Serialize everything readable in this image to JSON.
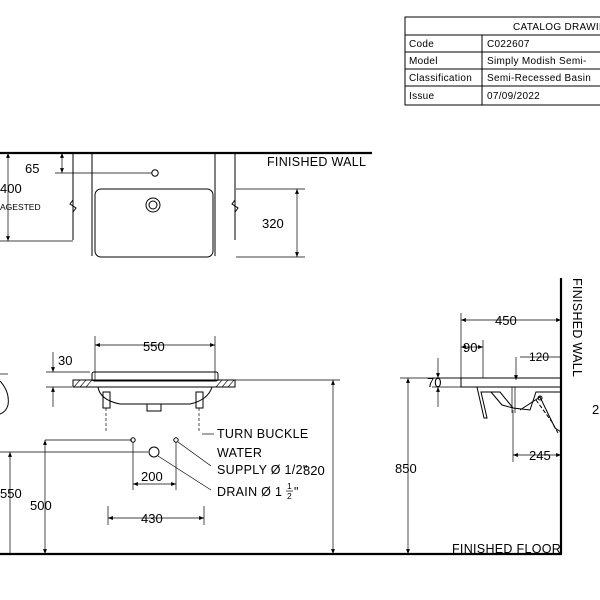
{
  "title_block": {
    "header": "CATALOG DRAWING",
    "rows": [
      {
        "label": "Code",
        "value": "C022607"
      },
      {
        "label": "Model",
        "value": "Simply Modish Semi-"
      },
      {
        "label": "Classification",
        "value": "Semi-Recessed Basin"
      },
      {
        "label": "Issue",
        "value": "07/09/2022"
      }
    ]
  },
  "top_view": {
    "wall_label": "FINISHED WALL",
    "dim_65": "65",
    "dim_400": "400",
    "suggested": "AGESTED",
    "dim_320": "320"
  },
  "front_view": {
    "dim_550": "550",
    "dim_30": "30",
    "turn_buckle": "TURN BUCKLE",
    "water_supply_1": "WATER",
    "water_supply_2": "SUPPLY Ø 1/2\"",
    "drain": "DRAIN Ø 1",
    "drain_frac_num": "1",
    "drain_frac_den": "2",
    "drain_inch": "\"",
    "dim_200": "200",
    "dim_820": "820",
    "dim_550_left": "550",
    "dim_500": "500",
    "dim_430": "430"
  },
  "side_view": {
    "wall_label": "FINISHED WALL",
    "dim_450": "450",
    "dim_90": "90",
    "dim_120": "120",
    "dim_70": "70",
    "dim_245": "245",
    "dim_2": "2",
    "dim_850": "850",
    "floor_label": "FINISHED FLOOR"
  }
}
